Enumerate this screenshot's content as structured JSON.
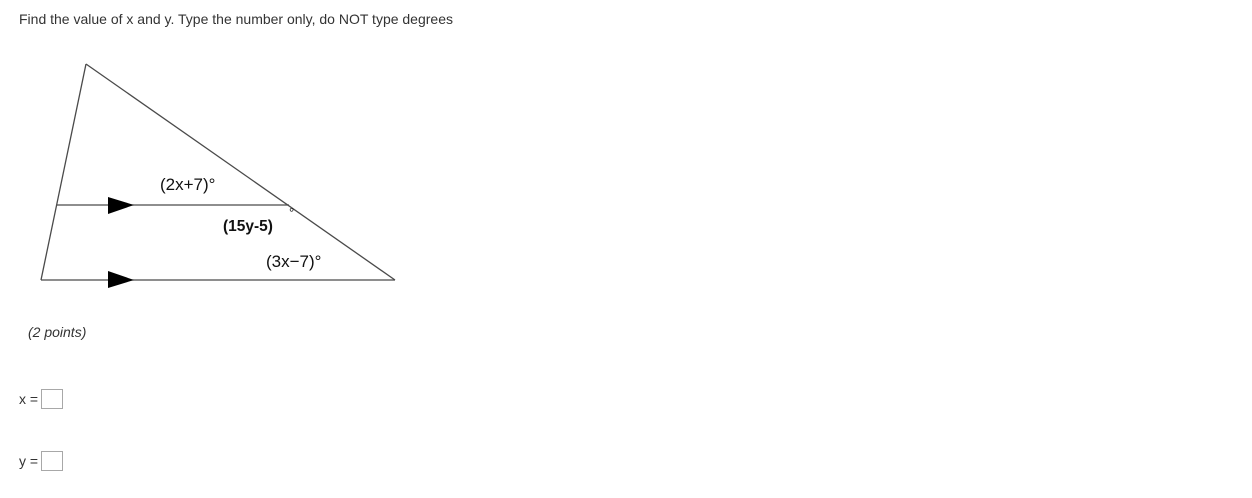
{
  "question": {
    "prompt": "Find the value of x and y. Type the number only, do NOT type degrees",
    "points": "(2 points)"
  },
  "figure": {
    "angle_top": "(2x+7)°",
    "angle_middle": "(15y-5)",
    "angle_middle_degree": "°",
    "angle_bottom": "(3x−7)°"
  },
  "answers": [
    {
      "label": "x =",
      "value": ""
    },
    {
      "label": "y =",
      "value": ""
    }
  ]
}
